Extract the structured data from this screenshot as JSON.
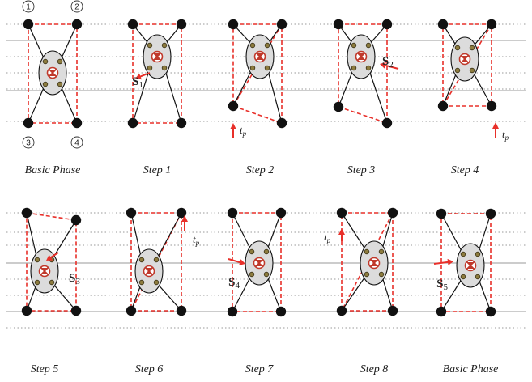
{
  "colors": {
    "polygon": "#e8302a",
    "arrow": "#e8302a",
    "body_fill": "#dcdcdc",
    "joint": "#8d7c3f",
    "foot": "#111111",
    "line_solid": "#9a9a9a",
    "line_dotted": "#9a9a9a"
  },
  "corner_labels": [
    "1",
    "2",
    "3",
    "4"
  ],
  "top_row": [
    {
      "caption": "Basic Phase",
      "kind": "none"
    },
    {
      "caption": "Step 1",
      "kind": "shift",
      "sym": "S",
      "sub": "1"
    },
    {
      "caption": "Step 2",
      "kind": "tp",
      "sym": "t",
      "sub": "p"
    },
    {
      "caption": "Step 3",
      "kind": "shift",
      "sym": "S",
      "sub": "2"
    },
    {
      "caption": "Step 4",
      "kind": "tp",
      "sym": "t",
      "sub": "p"
    }
  ],
  "bottom_row": [
    {
      "caption": "Step 5",
      "kind": "shift",
      "sym": "S",
      "sub": "3"
    },
    {
      "caption": "Step 6",
      "kind": "tp",
      "sym": "t",
      "sub": "p"
    },
    {
      "caption": "Step 7",
      "kind": "shift",
      "sym": "S",
      "sub": "4"
    },
    {
      "caption": "Step 8",
      "kind": "tp",
      "sym": "t",
      "sub": "p"
    },
    {
      "caption": "Basic Phase",
      "kind": "shift",
      "sym": "S",
      "sub": "5"
    }
  ]
}
